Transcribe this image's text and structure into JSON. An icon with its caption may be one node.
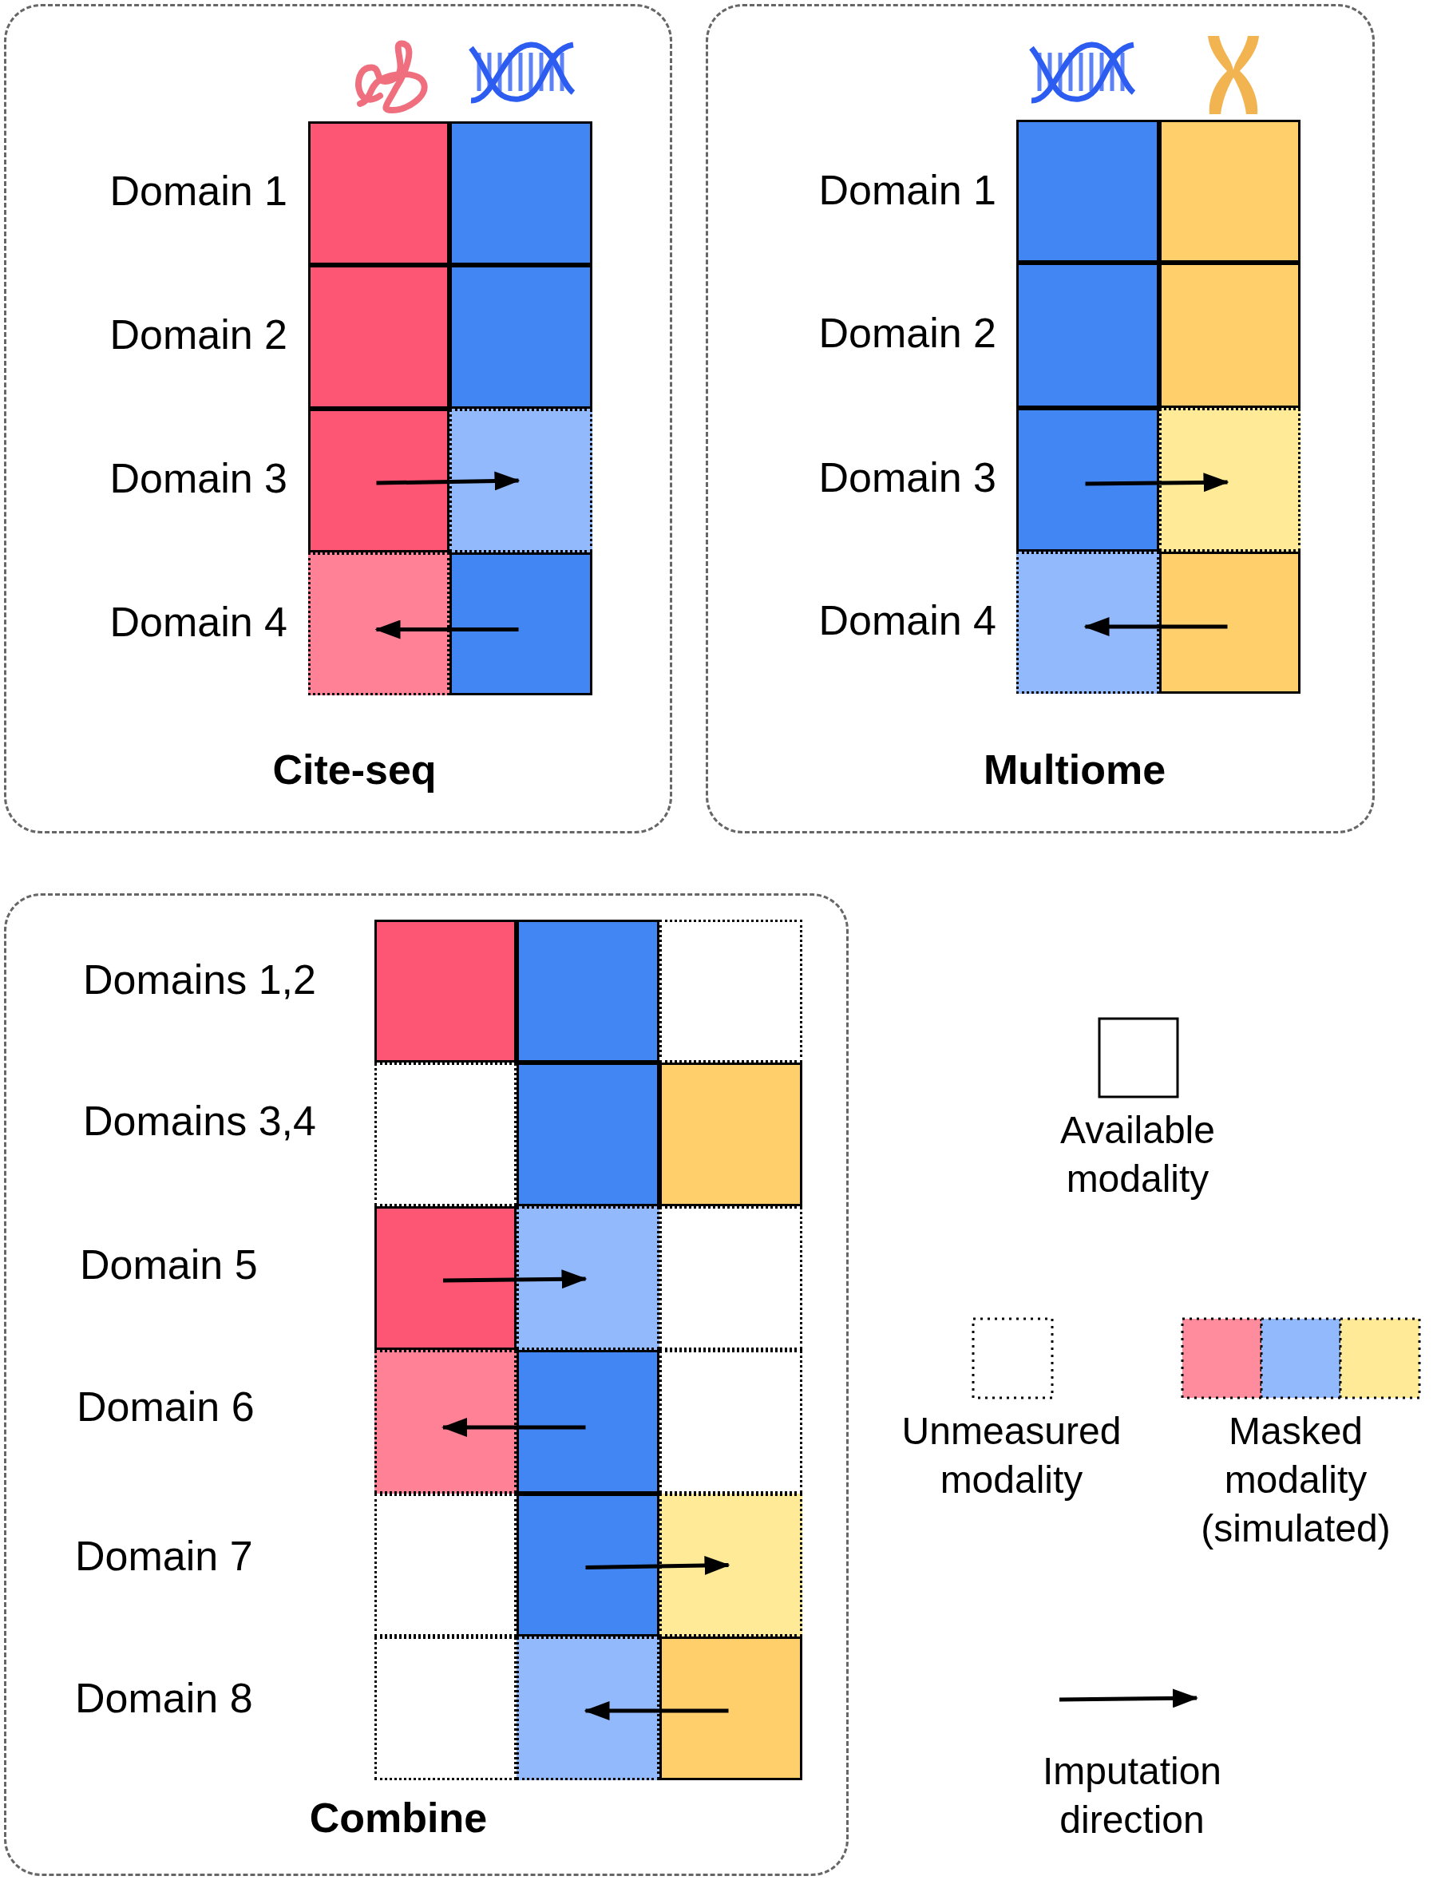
{
  "diagram": {
    "nodes": [
      {
        "text": [
          "Cite-seq"
        ]
      },
      {
        "text": [],
        "shape": "box",
        "in": 0
      },
      {
        "text": [],
        "shape": "box",
        "in": 0
      },
      {
        "text": [],
        "shape": "box",
        "in": 0
      },
      {
        "text": [],
        "shape": "box",
        "in": 0
      },
      {
        "text": [],
        "shape": "box",
        "in": 0
      },
      {
        "text": [],
        "shape": "box",
        "in": 0
      },
      {
        "text": [],
        "shape": "box",
        "in": 0
      },
      {
        "text": [],
        "shape": "box",
        "in": 0
      },
      {
        "text": [
          "Multiome"
        ]
      },
      {
        "text": [],
        "shape": "box",
        "in": 9
      },
      {
        "text": [],
        "shape": "box",
        "in": 9
      },
      {
        "text": [],
        "shape": "box",
        "in": 9
      },
      {
        "text": [],
        "shape": "box",
        "in": 9
      },
      {
        "text": [],
        "shape": "box",
        "in": 9
      },
      {
        "text": [],
        "shape": "box",
        "in": 9
      },
      {
        "text": [],
        "shape": "box",
        "in": 9
      },
      {
        "text": [],
        "shape": "box",
        "in": 9
      },
      {
        "text": [
          "Combine"
        ]
      },
      {
        "text": [],
        "shape": "box",
        "in": 18
      },
      {
        "text": [],
        "shape": "box",
        "in": 18
      },
      {
        "text": [],
        "shape": "box",
        "in": 18
      },
      {
        "text": [],
        "shape": "box",
        "in": 18
      },
      {
        "text": [],
        "shape": "box",
        "in": 18
      },
      {
        "text": [],
        "shape": "box",
        "in": 18
      },
      {
        "text": [],
        "shape": "box",
        "in": 18
      },
      {
        "text": [],
        "shape": "box",
        "in": 18
      },
      {
        "text": [],
        "shape": "box",
        "in": 18
      },
      {
        "text": [],
        "shape": "box",
        "in": 18
      },
      {
        "text": [],
        "shape": "box",
        "in": 18
      },
      {
        "text": [],
        "shape": "box",
        "in": 18
      },
      {
        "text": [],
        "shape": "box",
        "in": 18
      },
      {
        "text": [],
        "shape": "box",
        "in": 18
      },
      {
        "text": [],
        "shape": "box",
        "in": 18
      },
      {
        "text": [],
        "shape": "box",
        "in": 18
      },
      {
        "text": [],
        "shape": "box",
        "in": 18
      },
      {
        "text": [],
        "shape": "box",
        "in": 18
      }
    ],
    "edges": [
      {
        "from": 5,
        "to": 6,
        "arrow": "to"
      },
      {
        "from": 8,
        "to": 7,
        "arrow": "to"
      },
      {
        "from": 14,
        "to": 15,
        "arrow": "to"
      },
      {
        "from": 17,
        "to": 16,
        "arrow": "to"
      },
      {
        "from": 25,
        "to": 26,
        "arrow": "to"
      },
      {
        "from": 29,
        "to": 28,
        "arrow": "to"
      },
      {
        "from": 32,
        "to": 33,
        "arrow": "to"
      },
      {
        "from": 36,
        "to": 35,
        "arrow": "to"
      }
    ],
    "labels": [
      "Domain 1",
      "Domain 2",
      "Domain 3",
      "Domain 4",
      "Domain 1",
      "Domain 2",
      "Domain 3",
      "Domain 4",
      "Domains 1,2",
      "Domains 3,4",
      "Domain 5",
      "Domain 6",
      "Domain 7",
      "Domain 8"
    ],
    "legend": [
      {
        "text": "Available modality"
      },
      {
        "text": "Unmeasured modality"
      },
      {
        "text": "Masked modality (simulated)"
      },
      {
        "text": "Imputation direction"
      }
    ]
  }
}
